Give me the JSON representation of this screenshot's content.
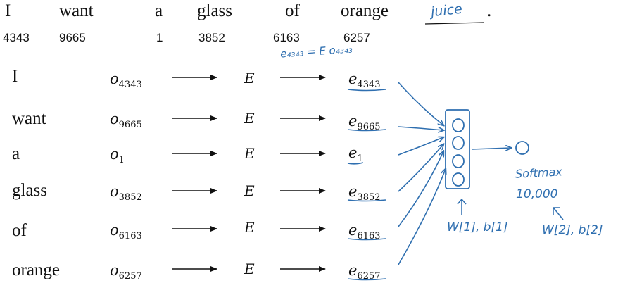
{
  "sentence": {
    "words": [
      "I",
      "want",
      "a",
      "glass",
      "of",
      "orange"
    ],
    "target_word": "juice",
    "end_punct": "."
  },
  "indices": [
    "4343",
    "9665",
    "1",
    "3852",
    "6163",
    "6257"
  ],
  "rows": [
    {
      "word": "I",
      "onehot_sym": "o",
      "onehot_sub": "4343",
      "matrix": "E",
      "embed_sym": "e",
      "embed_sub": "4343"
    },
    {
      "word": "want",
      "onehot_sym": "o",
      "onehot_sub": "9665",
      "matrix": "E",
      "embed_sym": "e",
      "embed_sub": "9665"
    },
    {
      "word": "a",
      "onehot_sym": "o",
      "onehot_sub": "1",
      "matrix": "E",
      "embed_sym": "e",
      "embed_sub": "1"
    },
    {
      "word": "glass",
      "onehot_sym": "o",
      "onehot_sub": "3852",
      "matrix": "E",
      "embed_sym": "e",
      "embed_sub": "3852"
    },
    {
      "word": "of",
      "onehot_sym": "o",
      "onehot_sub": "6163",
      "matrix": "E",
      "embed_sym": "e",
      "embed_sub": "6163"
    },
    {
      "word": "orange",
      "onehot_sym": "o",
      "onehot_sub": "6257",
      "matrix": "E",
      "embed_sym": "e",
      "embed_sub": "6257"
    }
  ],
  "annotations": {
    "equation": "e₄₃₄₃ = E o₄₃₄₃",
    "softmax_label": "Softmax",
    "vocab_size": "10,000",
    "hidden_params": "W[1], b[1]",
    "softmax_params": "W[2], b[2]"
  },
  "colors": {
    "ink": "#111111",
    "handwriting": "#2f6fb0"
  }
}
